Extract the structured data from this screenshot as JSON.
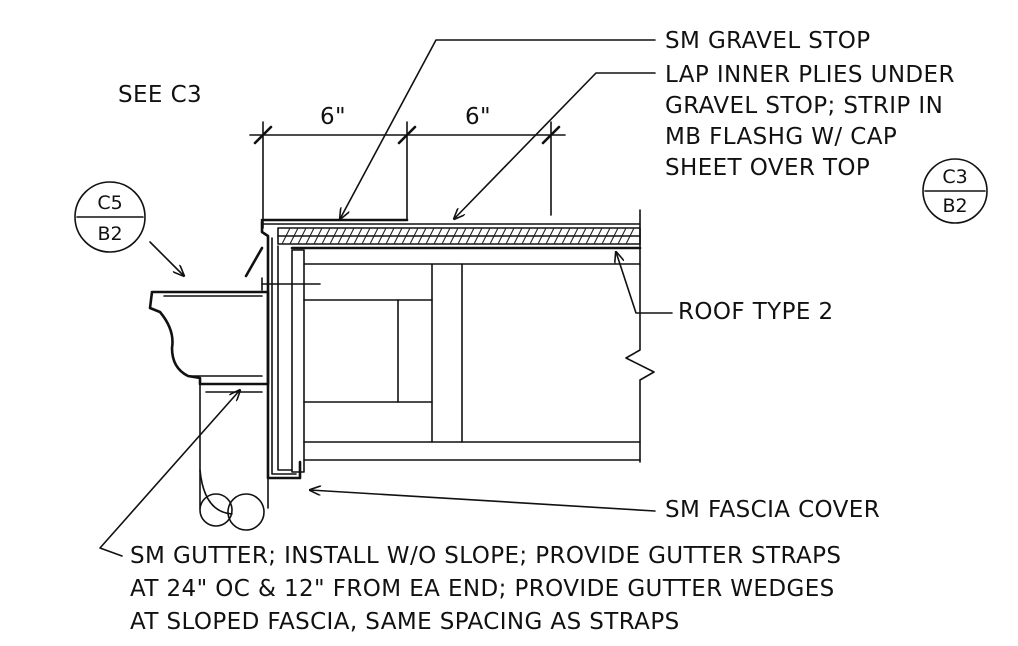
{
  "callouts": {
    "gravel_stop": "SM GRAVEL STOP",
    "lap_plies": [
      "LAP INNER PLIES UNDER",
      "GRAVEL STOP; STRIP IN",
      "MB FLASHG W/ CAP",
      "SHEET OVER TOP"
    ],
    "roof_type": "ROOF TYPE 2",
    "fascia_cover": "SM FASCIA COVER",
    "gutter_note": [
      "SM GUTTER; INSTALL W/O SLOPE; PROVIDE GUTTER STRAPS",
      "AT 24\" OC & 12\" FROM EA END; PROVIDE GUTTER WEDGES",
      "AT SLOPED FASCIA, SAME SPACING AS STRAPS"
    ]
  },
  "references": {
    "see_note": "SEE C3",
    "tag_left": {
      "top": "C5",
      "bottom": "B2"
    },
    "tag_right": {
      "top": "C3",
      "bottom": "B2"
    }
  },
  "dimensions": {
    "left": "6\"",
    "right": "6\""
  }
}
